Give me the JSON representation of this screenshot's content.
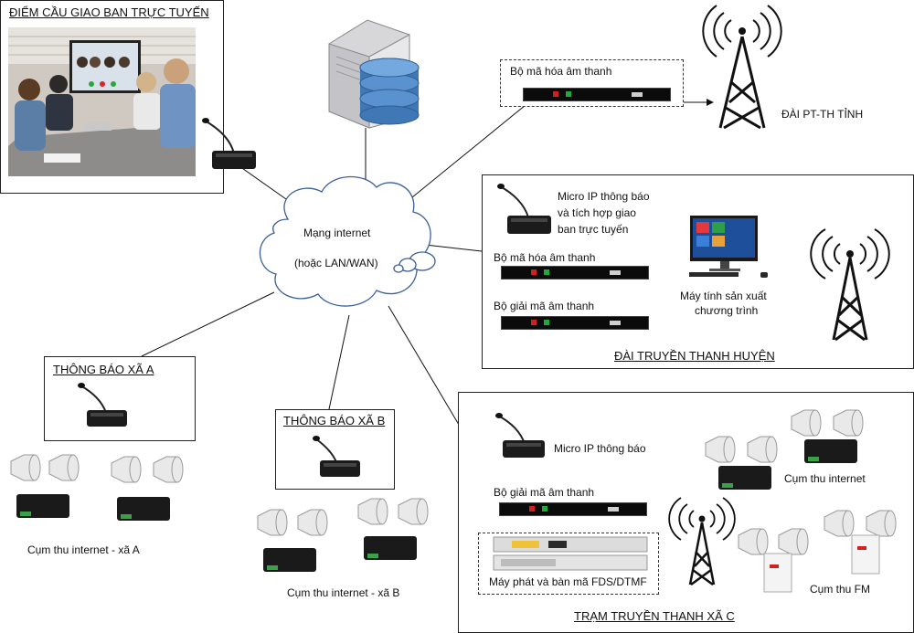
{
  "hub": {
    "cloud_line1": "Mạng internet",
    "cloud_line2": "(hoặc LAN/WAN)"
  },
  "meeting_point": {
    "title": "ĐIỂM CẦU GIAO BAN TRỰC TUYẾN"
  },
  "province_station": {
    "encoder_label": "Bộ mã hóa âm thanh",
    "station_label": "ĐÀI PT-TH TỈNH"
  },
  "district_station": {
    "mic_label_line1": "Micro IP thông báo",
    "mic_label_line2": "và tích hợp giao",
    "mic_label_line3": "ban trực tuyến",
    "encoder_label": "Bộ mã hóa âm thanh",
    "decoder_label": "Bộ giải mã âm thanh",
    "pc_label_line1": "Máy tính sản xuất",
    "pc_label_line2": "chương trình",
    "title": "ĐÀI TRUYỀN THANH HUYỆN"
  },
  "commune_a": {
    "title": "THÔNG BÁO XÃ A",
    "receiver_label": "Cụm thu internet - xã A"
  },
  "commune_b": {
    "title": "THÔNG BÁO XÃ B",
    "receiver_label": "Cụm thu internet - xã B"
  },
  "commune_c": {
    "mic_label": "Micro IP thông báo",
    "decoder_label": "Bộ giải mã âm thanh",
    "transmitter_label": "Máy phát và bàn mã FDS/DTMF",
    "internet_cluster_label": "Cụm thu internet",
    "fm_cluster_label": "Cụm thu FM",
    "title": "TRẠM TRUYỀN THANH XÃ C"
  },
  "colors": {
    "rack": "#0b0b0b",
    "led_red": "#d21f1f",
    "led_green": "#1faa3a",
    "cloud_stroke": "#3b5f98",
    "server_blue": "#3f78b5"
  }
}
